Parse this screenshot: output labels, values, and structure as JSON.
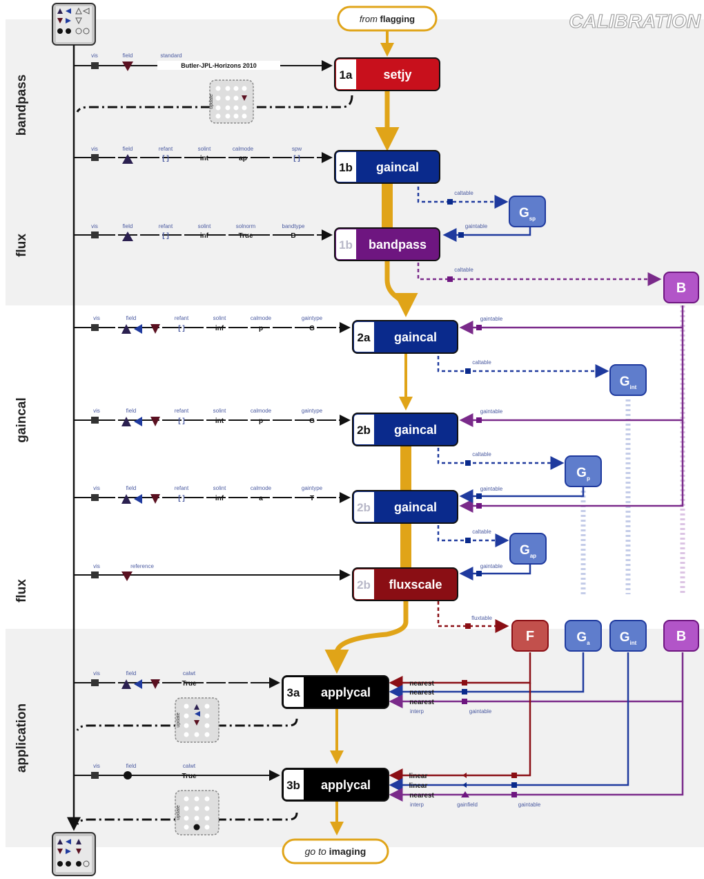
{
  "header": {
    "title": "CALIBRATION",
    "from_pre": "from",
    "from_bold": "flagging",
    "to_pre": "go to",
    "to_bold": "imaging"
  },
  "sections": {
    "bandpass": "bandpass",
    "flux_top": "flux",
    "gaincal": "gaincal",
    "flux_mid": "flux",
    "application": "application"
  },
  "steps": {
    "s1a": {
      "num": "1a",
      "name": "setjy"
    },
    "s1b": {
      "num": "1b",
      "name": "gaincal"
    },
    "s1b2": {
      "num": "1b",
      "name": "bandpass"
    },
    "s2a": {
      "num": "2a",
      "name": "gaincal"
    },
    "s2b": {
      "num": "2b",
      "name": "gaincal"
    },
    "s2b2": {
      "num": "2b",
      "name": "gaincal"
    },
    "s2b3": {
      "num": "2b",
      "name": "fluxscale"
    },
    "s3a": {
      "num": "3a",
      "name": "applycal"
    },
    "s3b": {
      "num": "3b",
      "name": "applycal"
    }
  },
  "params": {
    "r1": {
      "vis": "vis",
      "field": "field",
      "standard": "standard",
      "standard_val": "Butler-JPL-Horizons 2010"
    },
    "r2": {
      "vis": "vis",
      "field": "field",
      "refant": "refant",
      "refant_val": "[ ]",
      "solint": "solint",
      "solint_val": "int",
      "calmode": "calmode",
      "calmode_val": "ap",
      "spw": "spw",
      "spw_val": "[ ]"
    },
    "r3": {
      "vis": "vis",
      "field": "field",
      "refant": "refant",
      "refant_val": "[ ]",
      "solint": "solint",
      "solint_val": "inf",
      "solnorm": "solnorm",
      "solnorm_val": "True",
      "bandtype": "bandtype",
      "bandtype_val": "B"
    },
    "r4": {
      "vis": "vis",
      "field": "field",
      "refant": "refant",
      "refant_val": "[ ]",
      "solint": "solint",
      "solint_val": "inf",
      "calmode": "calmode",
      "calmode_val": "p",
      "gaintype": "gaintype",
      "gaintype_val": "G"
    },
    "r5": {
      "vis": "vis",
      "field": "field",
      "refant": "refant",
      "refant_val": "[ ]",
      "solint": "solint",
      "solint_val": "int",
      "calmode": "calmode",
      "calmode_val": "p",
      "gaintype": "gaintype",
      "gaintype_val": "G"
    },
    "r6": {
      "vis": "vis",
      "field": "field",
      "refant": "refant",
      "refant_val": "[ ]",
      "solint": "solint",
      "solint_val": "inf",
      "calmode": "calmode",
      "calmode_val": "a",
      "gaintype": "gaintype",
      "gaintype_val": "T"
    },
    "r7": {
      "vis": "vis",
      "reference": "reference"
    },
    "r8": {
      "vis": "vis",
      "field": "field",
      "calwt": "calwt",
      "calwt_val": "True"
    },
    "r9": {
      "vis": "vis",
      "field": "field",
      "calwt": "calwt",
      "calwt_val": "True"
    }
  },
  "update_label": "update",
  "tables": {
    "caltable": "caltable",
    "gaintable": "gaintable",
    "fluxtable": "fluxtable",
    "interp": "interp",
    "gainfield": "gainfield"
  },
  "interp": {
    "a1": "nearest",
    "a2": "nearest",
    "a3": "nearest",
    "b1": "linear",
    "b2": "linear",
    "b3": "nearest"
  },
  "badges": {
    "gp": "G",
    "gp_sub": "sp",
    "b": "B",
    "gint": "G",
    "gint_sub": "int",
    "gp2": "G",
    "gp2_sub": "p",
    "gam": "G",
    "gam_sub": "ap",
    "f": "F",
    "ga": "G",
    "ga_sub": "a",
    "gint2": "G",
    "gint2_sub": "int",
    "b2": "B"
  },
  "colors": {
    "setjy": "#c8101c",
    "gaincal": "#0a2a8c",
    "bandpass": "#6e1680",
    "fluxscale": "#8a0e14",
    "applycal": "#000000",
    "flow": "#e0a418",
    "g_badge": "#5f7dcc",
    "b_badge": "#b255c8",
    "f_badge": "#c2504c",
    "band_bg": "#f1f1f1"
  }
}
